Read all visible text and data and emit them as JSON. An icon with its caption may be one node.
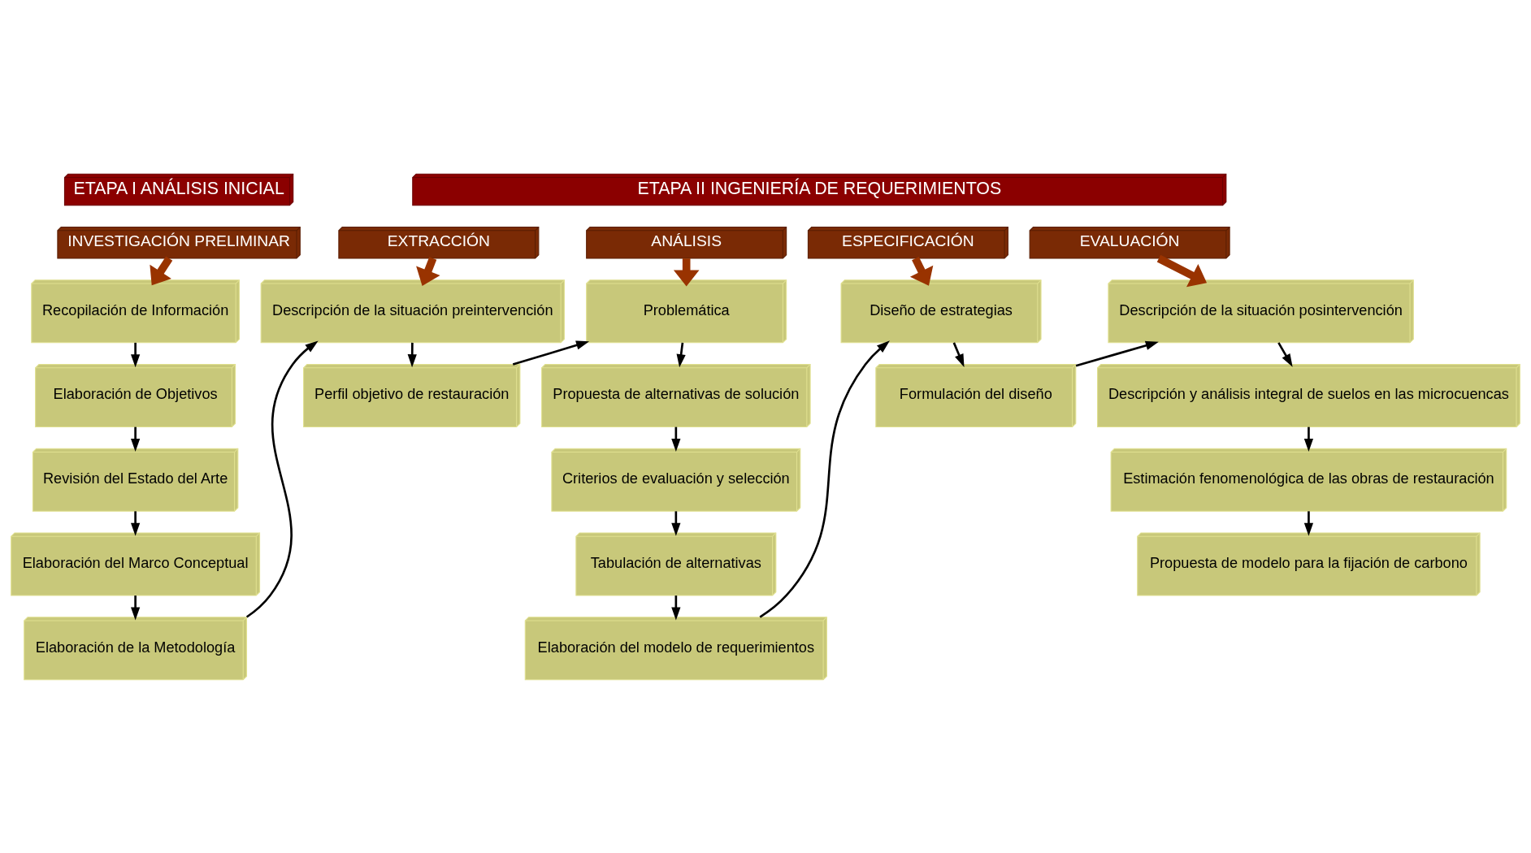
{
  "diagram": {
    "nodes": [
      {
        "text": [
          "ETAPA I ANÁLISIS INICIAL"
        ]
      },
      {
        "text": [
          "ETAPA II INGENIERÍA DE REQUERIMIENTOS"
        ]
      },
      {
        "text": [
          "INVESTIGACIÓN PRELIMINAR"
        ]
      },
      {
        "text": [
          "EXTRACCIÓN"
        ]
      },
      {
        "text": [
          "ANÁLISIS"
        ]
      },
      {
        "text": [
          "ESPECIFICACIÓN"
        ]
      },
      {
        "text": [
          "EVALUACIÓN"
        ]
      },
      {
        "text": [
          "Recopilación de Información"
        ]
      },
      {
        "text": [
          "Elaboración de Objetivos"
        ]
      },
      {
        "text": [
          "Revisión del Estado del Arte"
        ]
      },
      {
        "text": [
          "Elaboración del Marco Conceptual"
        ]
      },
      {
        "text": [
          "Elaboración de la Metodología"
        ]
      },
      {
        "text": [
          "Descripción de la situación preintervención"
        ]
      },
      {
        "text": [
          "Perfil objetivo de restauración"
        ]
      },
      {
        "text": [
          "Problemática"
        ]
      },
      {
        "text": [
          "Propuesta de alternativas de solución"
        ]
      },
      {
        "text": [
          "Criterios de evaluación y selección"
        ]
      },
      {
        "text": [
          "Tabulación de alternativas"
        ]
      },
      {
        "text": [
          "Elaboración del modelo de requerimientos"
        ]
      },
      {
        "text": [
          "Diseño de estrategias"
        ]
      },
      {
        "text": [
          "Formulación del diseño"
        ]
      },
      {
        "text": [
          "Descripción de la situación posintervención"
        ]
      },
      {
        "text": [
          "Descripción y análisis integral de suelos en las microcuencas"
        ]
      },
      {
        "text": [
          "Estimación fenomenológica de las obras de restauración"
        ]
      },
      {
        "text": [
          "Propuesta de modelo para la fijación de carbono"
        ]
      }
    ],
    "edges": [
      {
        "from": 2,
        "to": 7,
        "arrow": "to",
        "style": "thick",
        "color": "#993300"
      },
      {
        "from": 3,
        "to": 12,
        "arrow": "to",
        "style": "thick",
        "color": "#993300"
      },
      {
        "from": 4,
        "to": 14,
        "arrow": "to",
        "style": "thick",
        "color": "#993300"
      },
      {
        "from": 5,
        "to": 19,
        "arrow": "to",
        "style": "thick",
        "color": "#993300"
      },
      {
        "from": 6,
        "to": 21,
        "arrow": "to",
        "style": "thick",
        "color": "#993300"
      },
      {
        "from": 7,
        "to": 8,
        "arrow": "to"
      },
      {
        "from": 8,
        "to": 9,
        "arrow": "to"
      },
      {
        "from": 9,
        "to": 10,
        "arrow": "to"
      },
      {
        "from": 10,
        "to": 11,
        "arrow": "to"
      },
      {
        "from": 11,
        "to": 12,
        "arrow": "to"
      },
      {
        "from": 12,
        "to": 13,
        "arrow": "to"
      },
      {
        "from": 13,
        "to": 14,
        "arrow": "to"
      },
      {
        "from": 14,
        "to": 15,
        "arrow": "to"
      },
      {
        "from": 15,
        "to": 16,
        "arrow": "to"
      },
      {
        "from": 16,
        "to": 17,
        "arrow": "to"
      },
      {
        "from": 17,
        "to": 18,
        "arrow": "to"
      },
      {
        "from": 18,
        "to": 19,
        "arrow": "to"
      },
      {
        "from": 19,
        "to": 20,
        "arrow": "to"
      },
      {
        "from": 20,
        "to": 21,
        "arrow": "to"
      },
      {
        "from": 21,
        "to": 22,
        "arrow": "to"
      },
      {
        "from": 22,
        "to": 23,
        "arrow": "to"
      },
      {
        "from": 23,
        "to": 24,
        "arrow": "to"
      }
    ]
  }
}
